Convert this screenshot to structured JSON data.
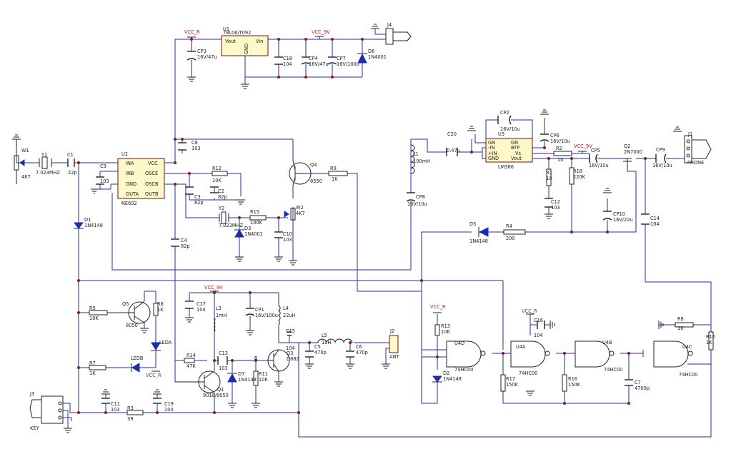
{
  "labels": {
    "vcc_r_top": "VCC_R",
    "vcc_9v_top": "VCC_9V",
    "vcc_9v_mid": "VCC_9V",
    "vcc_9v_right": "VCC_9V",
    "vcc_r_ledb": "VCC_R",
    "vcc_r_u4": "VCC_R",
    "vcc_r_u4a": "VCC_R",
    "u1_ref": "U1",
    "u1_val": "78L06/T092",
    "u1_vout": "Vout",
    "u1_vin": "Vin",
    "u1_gnd": "GND",
    "u2_ref": "U2",
    "u2_val": "NE602",
    "u2_ina": "INA",
    "u2_inb": "INB",
    "u2_gnd": "GND",
    "u2_outa": "OUTA",
    "u2_vcc": "VCC",
    "u2_osce": "OSCE",
    "u2_oscb": "OSCB",
    "u2_outb": "OUTB",
    "u3_ref": "U3",
    "u3_val": "LM386",
    "u3_gn1": "GN",
    "u3_nin": "-IN",
    "u3_pin": "+IN",
    "u3_gnd": "GND",
    "u3_gn2": "GN",
    "u3_byp": "BYP",
    "u3_vs": "Vs",
    "u3_vout": "Vout",
    "w1": "W1",
    "w1_val": "4K7",
    "y1": "Y1",
    "y1_val": "7.023MHZ",
    "c1": "C1",
    "c1_val": "22p",
    "c9": "C9",
    "c9_val": "103",
    "c8": "C8",
    "c8_val": "103",
    "cp3": "CP3",
    "cp3_val": "16V/47u",
    "c18": "C18",
    "c18_val": "104",
    "cp4": "CP4",
    "cp4_val": "16V/47u",
    "cp7": "CP7",
    "cp7_val": "16V/100u",
    "d6": "D6",
    "d6_val": "1N4001",
    "j4": "J4",
    "r12": "R12",
    "r12_val": "10K",
    "c2": "C2",
    "c2_val": "82p",
    "c3": "C3",
    "c3_val": "82p",
    "y2": "Y2",
    "y2_val": "7.023MHZ",
    "r15": "R15",
    "r15_val": "100K",
    "w2": "W2",
    "w2_val": "4K7",
    "d3": "D3",
    "d3_val": "1N4001",
    "c10": "C10",
    "c10_val": "103",
    "c4": "C4",
    "c4_val": "82p",
    "q4": "Q4",
    "q4_val": "8550",
    "r9": "R9",
    "r9_val": "1K",
    "d1": "D1",
    "d1_val": "1N4148",
    "l1": "L1",
    "l1_val": "100mH",
    "cp8": "CP8",
    "cp8_val": "16V/10u",
    "c20": "C20",
    "c20_val": "0.47u",
    "cp2": "CP2",
    "cp2_val": "16V/10u",
    "cp6": "CP6",
    "cp6_val": "16V/10u",
    "r2": "R2",
    "r2_val": "10",
    "r1": "R1",
    "r1_val": "10",
    "c12": "C12",
    "c12_val": "103",
    "r18": "R18",
    "r18_val": "220K",
    "cp5": "CP5",
    "cp5_val": "16V/10u",
    "q2": "Q2",
    "q2_val": "2N7000",
    "cp9": "CP9",
    "cp9_val": "16V/10u",
    "j1": "J1",
    "j1_val": "PHONE",
    "cp10": "CP10",
    "cp10_val": "16V/22u",
    "c14": "C14",
    "c14_val": "104",
    "d5": "D5",
    "d5_val": "1N4148",
    "r4": "R4",
    "r4_val": "200",
    "q5": "Q5",
    "q5_val": "8050",
    "r5": "R5",
    "r5_val": "10K",
    "r6": "R6",
    "r6_val": "1K",
    "leda": "LEDA",
    "ledb": "LEDB",
    "r7": "R7",
    "r7_val": "1K",
    "c17": "C17",
    "c17_val": "104",
    "l3": "L3",
    "l3_val": "1mH",
    "cp1": "CP1",
    "cp1_val": "16V/100u",
    "l4": "L4",
    "l4_val": "22uH",
    "c15": "C15",
    "c15_val": "104",
    "l5": "L5",
    "l5_val": "1uH",
    "c5": "C5",
    "c5_val": "470p",
    "c6": "C6",
    "c6_val": "470p",
    "j2": "J2",
    "j2_val": "ANT",
    "r14": "R14",
    "r14_val": "47K",
    "c13": "C13",
    "c13_val": "103",
    "b_node": "B",
    "d7": "D7",
    "d7_val": "1N4148",
    "r11": "R11",
    "r11_val": "10K",
    "q3": "Q3",
    "q3_val": "D882",
    "q1": "Q1",
    "q1_val": "9018/8050",
    "j3": "J3",
    "j3_val": "KEY",
    "c11": "C11",
    "c11_val": "103",
    "r3": "R3",
    "r3_val": "39",
    "c19": "C19",
    "c19_val": "104",
    "r13": "R13",
    "r13_val": "10K",
    "d2": "D2",
    "d2_val": "1N4148",
    "u4d": "U4D",
    "u4d_val": "74HC00",
    "u4a": "U4A",
    "u4a_val": "74HC00",
    "u4b": "U4B",
    "u4b_val": "74HC00",
    "u4c": "U4C",
    "u4c_val": "74HC00",
    "r17": "R17",
    "r17_val": "150K",
    "c16": "C16",
    "c16_val": "104",
    "r16": "R16",
    "r16_val": "150K",
    "c7": "C7",
    "c7_val": "4700p",
    "r8": "R8",
    "r8_val": "1K",
    "r10": "R10",
    "r10_val": "1K"
  }
}
